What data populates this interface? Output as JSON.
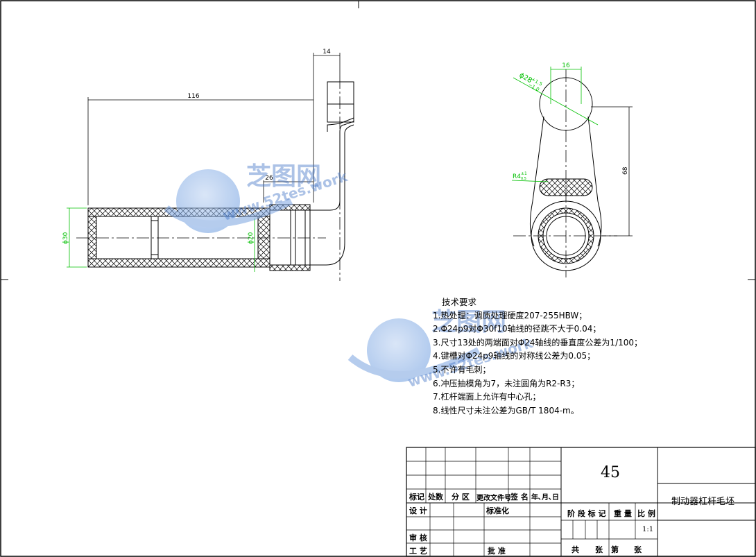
{
  "dimensions": {
    "d14": "14",
    "d116": "116",
    "d26": "26",
    "d30": "ϕ30",
    "d20": "ϕ20",
    "d16": "16",
    "d28": "ϕ28",
    "tol_up": "+1.5",
    "tol_down": "−1.0",
    "d68": "68",
    "r_label": "R4",
    "r_tol_up": "±1",
    "r_tol_down": "0.5"
  },
  "notes": {
    "title": "技术要求",
    "items": [
      "1.热处理：调质处理硬度207-255HBW；",
      "2.Φ24p9对Φ30f10轴线的径跳不大于0.04；",
      "3.尺寸13处的两端面对Φ24轴线的垂直度公差为1/100；",
      "4.键槽对Φ24p9轴线的对称线公差为0.05；",
      "5.不许有毛刺；",
      "6.冲压抽模角为7，未注圆角为R2-R3；",
      "7.杠杆端面上允许有中心孔；",
      "8.线性尺寸未注公差为GB/T 1804-m。"
    ]
  },
  "title_block": {
    "material": "45",
    "part_name": "制动器杠杆毛坯",
    "labels": {
      "mark": "标记",
      "count": "处数",
      "zone": "分 区",
      "doc_no": "更改文件号",
      "sign": "签 名",
      "date": "年､月､日",
      "design": "设 计",
      "standard": "标准化",
      "stage": "阶 段 标 记",
      "weight": "重 量",
      "scale": "比 例",
      "review": "审 核",
      "process": "工 艺",
      "approve": "批 准",
      "total": "共",
      "sheets": "张",
      "page": "第",
      "sheet": "张"
    },
    "scale_value": "1:1"
  },
  "watermark": {
    "brand": "芝图网",
    "url": "www.52tes.work"
  },
  "colors": {
    "line": "#000000",
    "dimension": "#00c000",
    "hatch": "#000000",
    "watermark": "#4678c8"
  }
}
